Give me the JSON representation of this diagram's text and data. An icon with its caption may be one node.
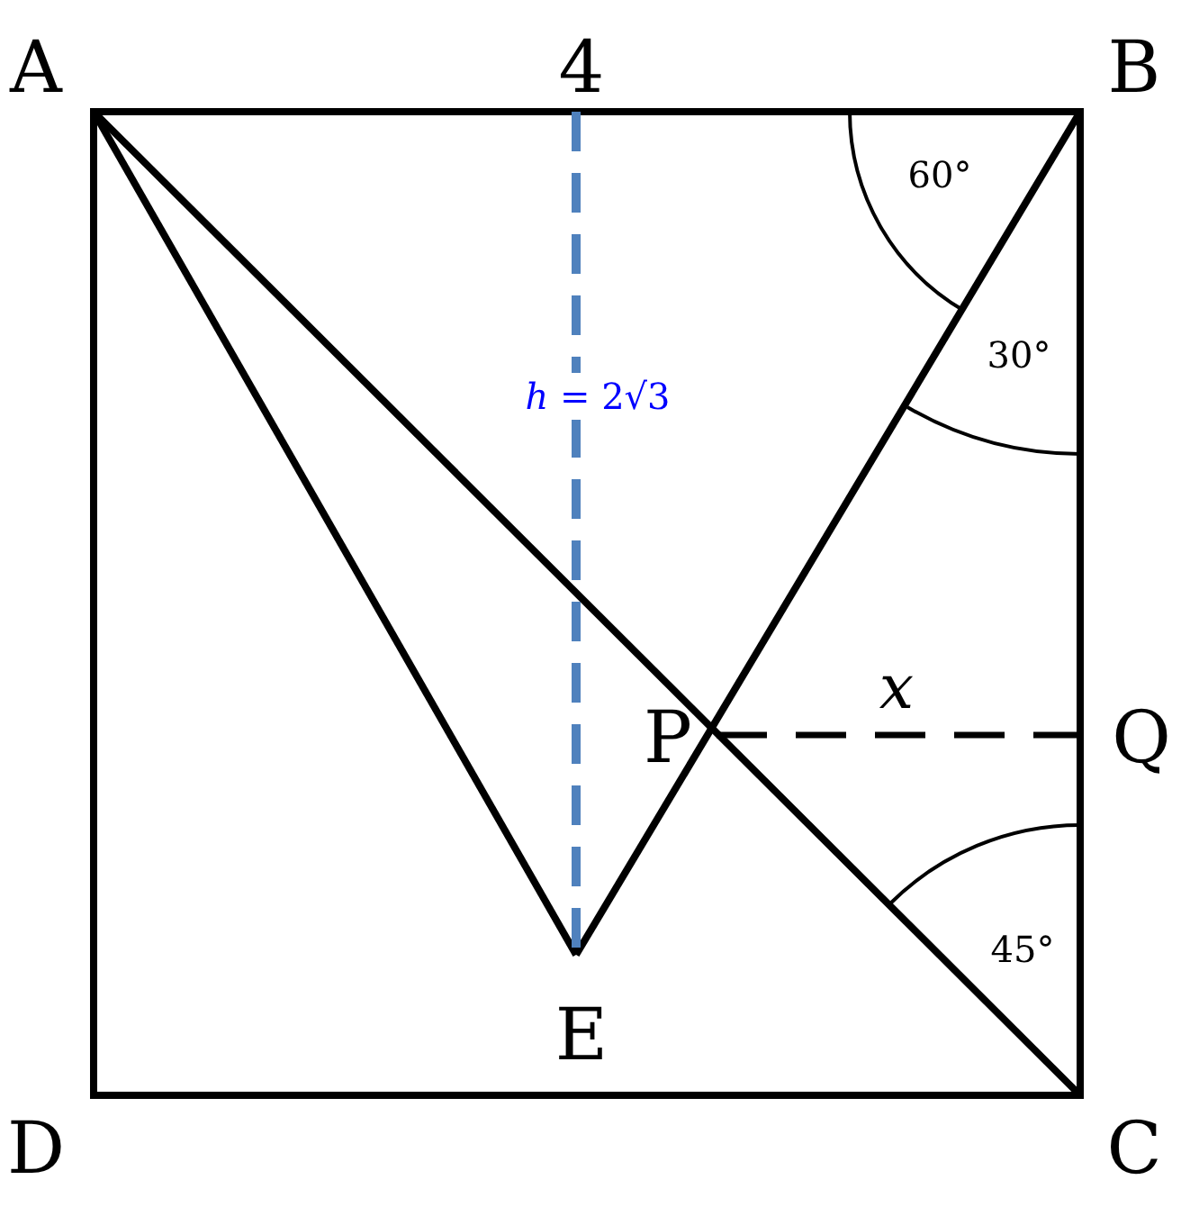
{
  "diagram": {
    "labels": [
      "A",
      "4",
      "B",
      "60°",
      "30°",
      "*h* = 2√3",
      "x",
      "P",
      "Q",
      "45°",
      "E",
      "D",
      "C"
    ]
  }
}
